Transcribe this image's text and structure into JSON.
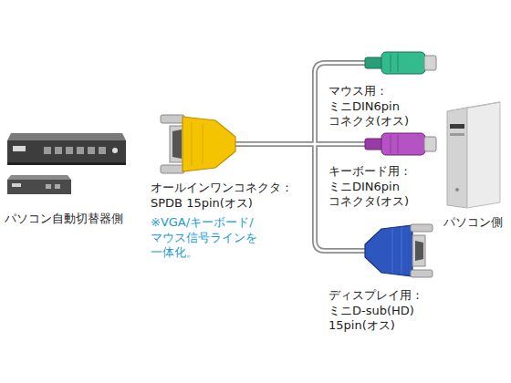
{
  "diagram": {
    "labels": [
      "パソコン自動切替器側",
      "オールインワンコネクタ： SPDB 15pin(オス)",
      "※VGA/キーボード/ マウス信号ラインを 一体化。",
      "マウス用： ミニDIN6pin コネクタ(オス)",
      "キーボード用： ミニDIN6pin コネクタ(オス)",
      "ディスプレイ用： ミニD-sub(HD) 15pin(オス)",
      "パソコン側"
    ]
  }
}
